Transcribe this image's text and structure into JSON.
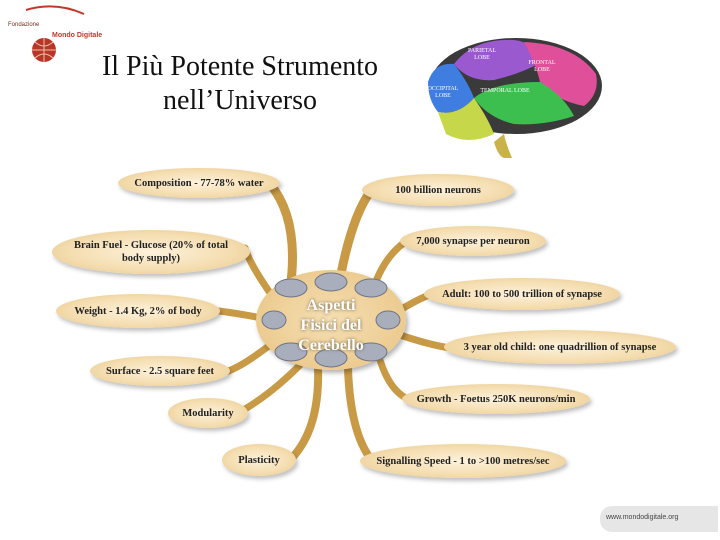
{
  "logo": {
    "org_small": "Fondazione",
    "org_name": "Mondo Digitale"
  },
  "title_lines": [
    "Il Più Potente Strumento",
    "nell’Universo"
  ],
  "brain_labels": {
    "parietal": "PARIETAL LOBE",
    "frontal": "FRONTAL LOBE",
    "occipital": "OCCIPITAL LOBE",
    "temporal": "TEMPORAL LOBE"
  },
  "center_lines": [
    "Aspetti",
    "Fisici del",
    "Cerebello"
  ],
  "left_nodes": [
    {
      "lines": [
        "Composition - 77-78% water"
      ]
    },
    {
      "lines": [
        "Brain Fuel - Glucose (20% of total",
        "body supply)"
      ]
    },
    {
      "lines": [
        "Weight - 1.4 Kg,  2% of body"
      ]
    },
    {
      "lines": [
        "Surface - 2.5 square feet"
      ]
    },
    {
      "lines": [
        "Modularity"
      ]
    },
    {
      "lines": [
        "Plasticity"
      ]
    }
  ],
  "right_nodes": [
    {
      "lines": [
        "100 billion neurons"
      ]
    },
    {
      "lines": [
        "7,000 synapse per neuron"
      ]
    },
    {
      "lines": [
        "Adult: 100 to 500 trillion of synapse"
      ]
    },
    {
      "lines": [
        "3 year old child: one quadrillion of synapse"
      ]
    },
    {
      "lines": [
        "Growth - Foetus 250K neurons/min"
      ]
    },
    {
      "lines": [
        "Signalling Speed - 1 to >100 metres/sec"
      ]
    }
  ],
  "footer": "www.mondodigitale.org",
  "colors": {
    "branch": "#c99a45",
    "pill": "#f4dcae",
    "parietal": "#9b59d0",
    "frontal": "#e0509a",
    "occipital": "#3f7de0",
    "temporal": "#3cbf4e",
    "cerebellum": "#c6d84a"
  }
}
